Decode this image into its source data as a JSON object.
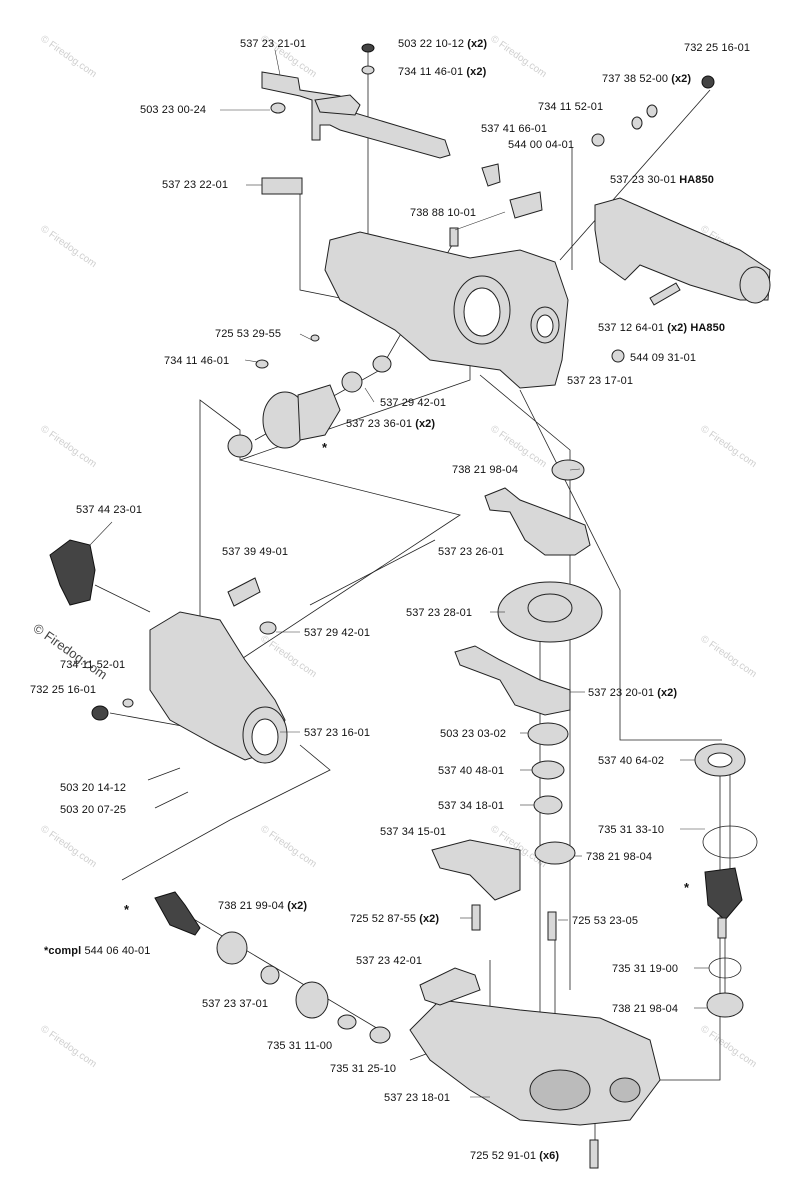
{
  "watermark": "© Firedog.com",
  "parts": [
    {
      "id": "p01",
      "number": "537 23 21-01"
    },
    {
      "id": "p02",
      "number": "503 22 10-12",
      "qty": "(x2)"
    },
    {
      "id": "p03",
      "number": "734 11 46-01",
      "qty": "(x2)"
    },
    {
      "id": "p04",
      "number": "732 25 16-01"
    },
    {
      "id": "p05",
      "number": "737 38 52-00",
      "qty": "(x2)"
    },
    {
      "id": "p06",
      "number": "503 23 00-24"
    },
    {
      "id": "p07",
      "number": "734 11 52-01"
    },
    {
      "id": "p08",
      "number": "537 41 66-01"
    },
    {
      "id": "p09",
      "number": "544 00 04-01"
    },
    {
      "id": "p10",
      "number": "537 23 22-01"
    },
    {
      "id": "p11",
      "number": "537 23 30-01",
      "model": "HA850"
    },
    {
      "id": "p12",
      "number": "738 88 10-01"
    },
    {
      "id": "p13",
      "number": "725 53 29-55"
    },
    {
      "id": "p14",
      "number": "537 12 64-01",
      "qty": "(x2)",
      "model": "HA850"
    },
    {
      "id": "p15",
      "number": "734 11 46-01"
    },
    {
      "id": "p16",
      "number": "544 09 31-01"
    },
    {
      "id": "p17",
      "number": "537 23 17-01"
    },
    {
      "id": "p18",
      "number": "537 29 42-01"
    },
    {
      "id": "p19",
      "number": "537 23 36-01",
      "qty": "(x2)"
    },
    {
      "id": "p20",
      "number": "738 21 98-04"
    },
    {
      "id": "p21",
      "number": "537 44 23-01"
    },
    {
      "id": "p22",
      "number": "537 23 26-01"
    },
    {
      "id": "p23",
      "number": "537 39 49-01"
    },
    {
      "id": "p24",
      "number": "537 23 28-01"
    },
    {
      "id": "p25",
      "number": "537 29 42-01"
    },
    {
      "id": "p26",
      "number": "734 11 52-01"
    },
    {
      "id": "p27",
      "number": "732 25 16-01"
    },
    {
      "id": "p28",
      "number": "537 23 20-01",
      "qty": "(x2)"
    },
    {
      "id": "p29",
      "number": "537 23 16-01"
    },
    {
      "id": "p30",
      "number": "503 23 03-02"
    },
    {
      "id": "p31",
      "number": "537 40 64-02"
    },
    {
      "id": "p32",
      "number": "537 40 48-01"
    },
    {
      "id": "p33",
      "number": "503 20 14-12"
    },
    {
      "id": "p34",
      "number": "503 20 07-25"
    },
    {
      "id": "p35",
      "number": "537 34 18-01"
    },
    {
      "id": "p36",
      "number": "735 31 33-10"
    },
    {
      "id": "p37",
      "number": "537 34 15-01"
    },
    {
      "id": "p38",
      "number": "738 21 98-04"
    },
    {
      "id": "p39",
      "number": "738 21 99-04",
      "qty": "(x2)"
    },
    {
      "id": "p40",
      "number": "725 52 87-55",
      "qty": "(x2)"
    },
    {
      "id": "p41",
      "number": "725 53 23-05"
    },
    {
      "id": "p42",
      "number": "544 06 40-01",
      "prefix": "*compl"
    },
    {
      "id": "p43",
      "number": "537 23 42-01"
    },
    {
      "id": "p44",
      "number": "735 31 19-00"
    },
    {
      "id": "p45",
      "number": "537 23 37-01"
    },
    {
      "id": "p46",
      "number": "738 21 98-04"
    },
    {
      "id": "p47",
      "number": "735 31 11-00"
    },
    {
      "id": "p48",
      "number": "735 31 25-10"
    },
    {
      "id": "p49",
      "number": "537 23 18-01"
    },
    {
      "id": "p50",
      "number": "725 52 91-01",
      "qty": "(x6)"
    }
  ],
  "asterisk": "*"
}
